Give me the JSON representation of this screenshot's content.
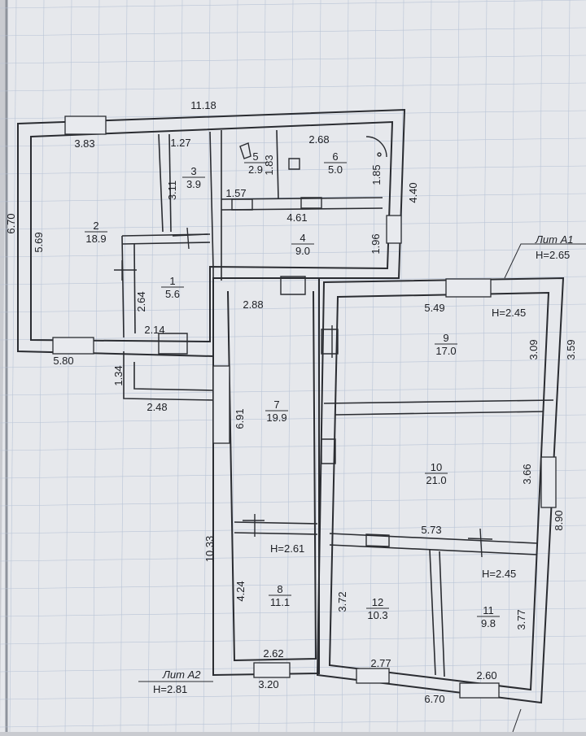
{
  "colors": {
    "paper": "#e6e8ec",
    "ink": "#2a2c31",
    "grid": "#b9c4d6"
  },
  "lit_a1": {
    "name": "Лит А1",
    "height": "H=2.65"
  },
  "lit_a2": {
    "name": "Лит А2",
    "height": "H=2.81"
  },
  "heights": {
    "room9": "H=2.45",
    "room7": "H=2.61",
    "room11": "H=2.45"
  },
  "rooms": [
    {
      "no": "1",
      "area": "5.6"
    },
    {
      "no": "2",
      "area": "18.9"
    },
    {
      "no": "3",
      "area": "3.9"
    },
    {
      "no": "4",
      "area": "9.0"
    },
    {
      "no": "5",
      "area": "2.9"
    },
    {
      "no": "6",
      "area": "5.0"
    },
    {
      "no": "7",
      "area": "19.9"
    },
    {
      "no": "8",
      "area": "11.1"
    },
    {
      "no": "9",
      "area": "17.0"
    },
    {
      "no": "10",
      "area": "21.0"
    },
    {
      "no": "11",
      "area": "9.8"
    },
    {
      "no": "12",
      "area": "10.3"
    }
  ],
  "dims": {
    "top_total": "11.18",
    "left_total": "6.70",
    "r2_top": "3.83",
    "r2_left": "5.69",
    "r3_top": "1.27",
    "r3_side": "3.11",
    "r5_side": "1.83",
    "r6_top": "2.68",
    "r6_side": "1.85",
    "right_a": "4.40",
    "r5_bottom": "1.57",
    "r4_top": "4.61",
    "r4_side": "1.96",
    "r1_side": "2.64",
    "r1_bottom": "2.14",
    "r7_top": "2.88",
    "bottom_left": "5.80",
    "porch_side": "1.34",
    "porch_bottom": "2.48",
    "r9_top": "5.49",
    "r9_side": "3.09",
    "a1_right": "3.59",
    "r7_side": "6.91",
    "r10_side": "3.66",
    "a1_total": "8.90",
    "a2_total": "10.33",
    "r10_bottom": "5.73",
    "r8_side": "4.24",
    "r12_side": "3.72",
    "r11_side": "3.77",
    "r8_bottom": "2.62",
    "a2_bottom": "3.20",
    "r12_bottom": "2.77",
    "r11_bottom": "2.60",
    "a1_bottom": "6.70"
  }
}
